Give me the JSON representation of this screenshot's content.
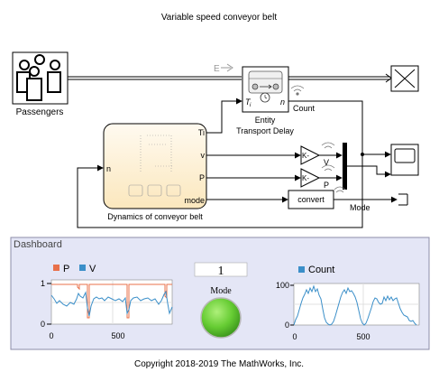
{
  "model_title": "Variable speed conveyor belt",
  "copyright": "Copyright 2018-2019 The MathWorks, Inc.",
  "blocks": {
    "passengers": {
      "label": "Passengers"
    },
    "entity_generator": {
      "port_label": "E"
    },
    "transport_delay": {
      "label_line1": "Entity",
      "label_line2": "Transport Delay",
      "in_port": "T",
      "in_port_sub": "i",
      "out_port": "n",
      "count_label": "Count"
    },
    "dynamics": {
      "label": "Dynamics of conveyor belt",
      "in_port": "n",
      "out_ports": [
        "Ti",
        "v",
        "P",
        "mode"
      ]
    },
    "gain_v": {
      "symbol": "K-",
      "signal": "V"
    },
    "gain_p": {
      "symbol": "K-",
      "signal": "P"
    },
    "convert": {
      "label": "convert",
      "signal": "Mode"
    }
  },
  "dashboard": {
    "title": "Dashboard",
    "scope1": {
      "legend": [
        {
          "name": "P",
          "color": "#e8704a"
        },
        {
          "name": "V",
          "color": "#3b8fc9"
        }
      ],
      "yticks": [
        "1",
        "0"
      ],
      "xticks": [
        "0",
        "500"
      ]
    },
    "display": {
      "value": "1"
    },
    "lamp": {
      "label": "Mode",
      "color": "#66cc33"
    },
    "scope2": {
      "legend": [
        {
          "name": "Count",
          "color": "#3b8fc9"
        }
      ],
      "yticks": [
        "100",
        "0"
      ],
      "xticks": [
        "0",
        "500"
      ]
    }
  },
  "colors": {
    "dashboard_bg": "#e4e6f6",
    "dashboard_border": "#8c8ca8",
    "subsystem_fill": "#fdf2d8",
    "plot_bg": "#ffffff"
  }
}
